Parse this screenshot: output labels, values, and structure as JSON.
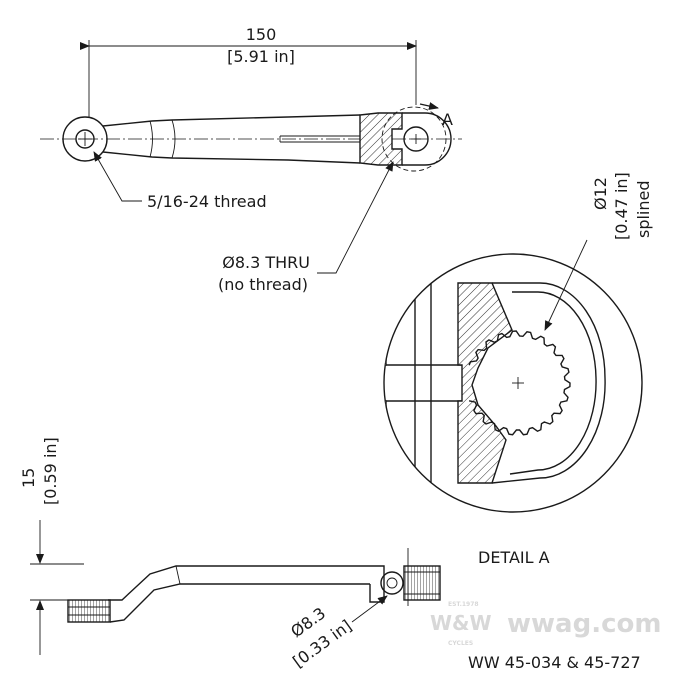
{
  "top_view": {
    "length_label": "150",
    "length_label_in": "[5.91 in]",
    "section_label": "A",
    "thread_label": "5/16-24 thread",
    "thru_label": "Ø8.3 THRU",
    "thru_sub_label": "(no thread)"
  },
  "detail": {
    "spline_label": "Ø12",
    "spline_label_in": "[0.47 in]",
    "spline_label_sub": "splined",
    "title": "DETAIL A"
  },
  "side_view": {
    "height_label": "15",
    "height_label_in": "[0.59 in]",
    "hole_label": "Ø8.3",
    "hole_label_in": "[0.33 in]"
  },
  "part_number": "WW 45-034 & 45-727",
  "watermark": {
    "brand": "W&W",
    "site": "wwag.com",
    "small_top": "EST.1978",
    "small_bottom": "CYCLES"
  }
}
